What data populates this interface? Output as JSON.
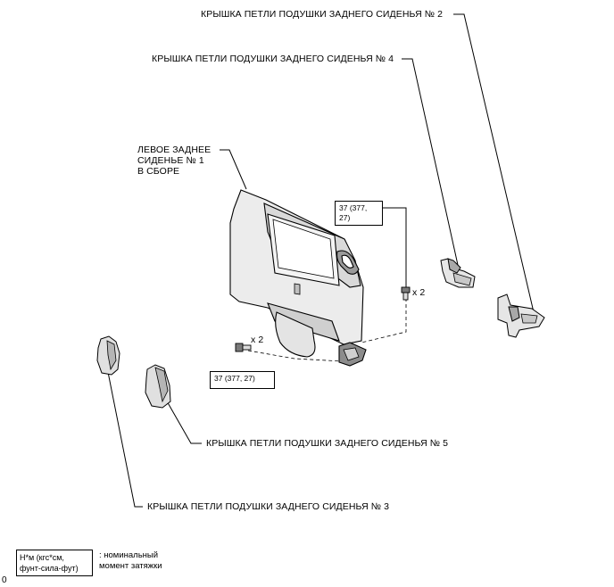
{
  "labels": {
    "cover_2": "КРЫШКА ПЕТЛИ ПОДУШКИ ЗАДНЕГО СИДЕНЬЯ № 2",
    "cover_4": "КРЫШКА ПЕТЛИ ПОДУШКИ ЗАДНЕГО СИДЕНЬЯ № 4",
    "seat_assy": "ЛЕВОЕ ЗАДНЕЕ\nСИДЕНЬЕ № 1\nВ СБОРЕ",
    "cover_5": "КРЫШКА ПЕТЛИ ПОДУШКИ ЗАДНЕГО СИДЕНЬЯ № 5",
    "cover_3": "КРЫШКА ПЕТЛИ ПОДУШКИ ЗАДНЕГО СИДЕНЬЯ № 3"
  },
  "torque": {
    "upper_value": "37 (377, 27)",
    "lower_value": "37 (377, 27)",
    "upper_qty": "x 2",
    "lower_qty": "x 2"
  },
  "legend": {
    "unit": "Н*м (кгс*см,\nфунт-сила-фут)",
    "description": ": номинальный\nмомент затяжки"
  },
  "corner_mark": "0"
}
